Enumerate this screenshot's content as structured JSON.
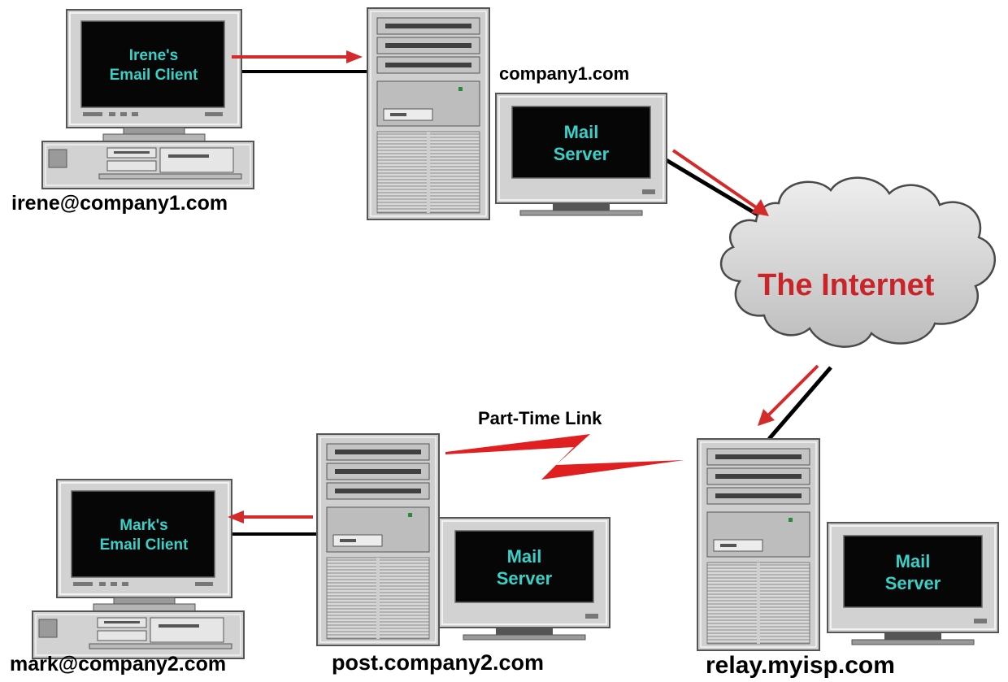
{
  "colors": {
    "screen_bg": "#060606",
    "screen_text": "#3ad0c8",
    "arrow": "#d42a2a",
    "cable": "#000000",
    "device_body": "#cfcfcf",
    "cloud_text": "#c8242a"
  },
  "nodes": {
    "irene_client": {
      "screen_line1": "Irene's",
      "screen_line2": "Email Client",
      "address": "irene@company1.com"
    },
    "company1_server": {
      "hostname": "company1.com",
      "monitor_line1": "Mail",
      "monitor_line2": "Server"
    },
    "internet": {
      "label": "The Internet"
    },
    "relay_server": {
      "hostname": "relay.myisp.com",
      "monitor_line1": "Mail",
      "monitor_line2": "Server"
    },
    "post_server": {
      "hostname": "post.company2.com",
      "monitor_line1": "Mail",
      "monitor_line2": "Server"
    },
    "mark_client": {
      "screen_line1": "Mark's",
      "screen_line2": "Email Client",
      "address": "mark@company2.com"
    }
  },
  "links": {
    "part_time_link": "Part-Time Link"
  },
  "icons": [
    "desktop-computer-icon",
    "tower-server-icon",
    "crt-monitor-icon",
    "cloud-icon",
    "lightning-bolt-icon",
    "red-arrow-icon"
  ]
}
